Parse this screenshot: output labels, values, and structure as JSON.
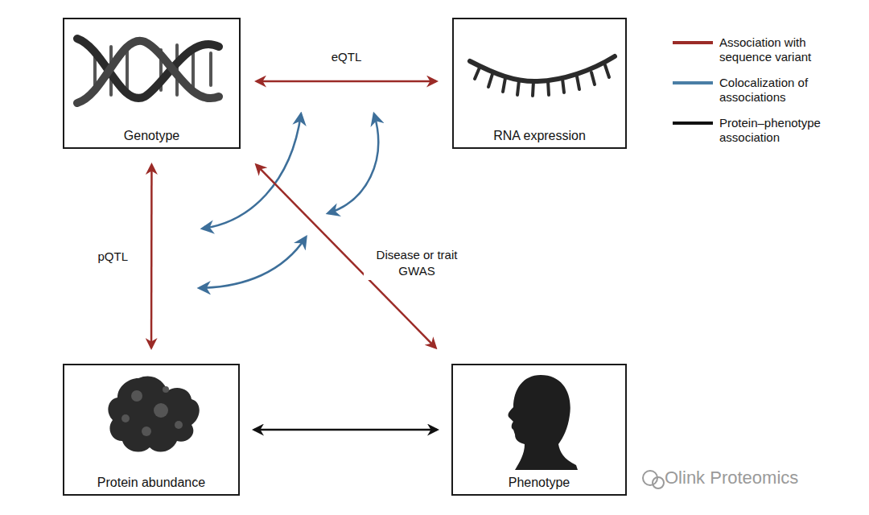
{
  "diagram": {
    "nodes": [
      {
        "text": [
          "Genotype"
        ]
      },
      {
        "text": [
          "RNA expression"
        ]
      },
      {
        "text": [
          "Protein abundance"
        ]
      },
      {
        "text": [
          "Phenotype"
        ]
      }
    ],
    "edges": [
      {
        "from": 0,
        "to": 1,
        "arrow": "both",
        "label": "eQTL"
      },
      {
        "from": 0,
        "to": 2,
        "arrow": "both",
        "label": "pQTL"
      },
      {
        "from": 0,
        "to": 3,
        "arrow": "both",
        "label": "Disease or trait GWAS"
      },
      {
        "from": 2,
        "to": 3,
        "arrow": "both"
      }
    ],
    "labels": [
      "Olink Proteomics"
    ],
    "legend": [
      {
        "text": "Association with sequence variant",
        "color": "#9b2b27"
      },
      {
        "text": "Colocalization of associations",
        "color": "#4a7ea5"
      },
      {
        "text": "Protein–phenotype association",
        "color": "#111111"
      }
    ]
  }
}
